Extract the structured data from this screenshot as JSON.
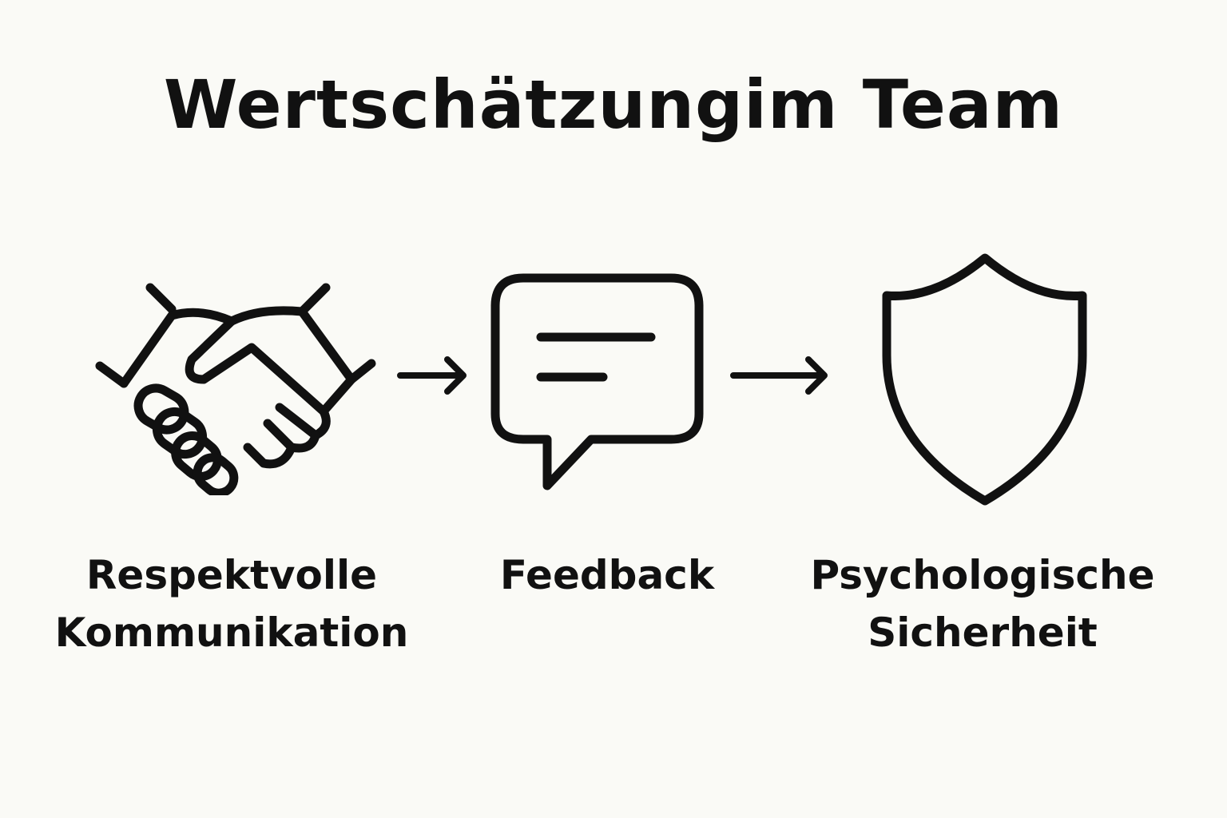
{
  "title": "Wertschätzungim Team",
  "steps": [
    {
      "icon": "handshake-icon",
      "line1": "Respektvolle",
      "line2": "Kommunikation"
    },
    {
      "icon": "speech-bubble-icon",
      "line1": "Feedback"
    },
    {
      "icon": "shield-icon",
      "line1": "Psychologische",
      "line2": "Sicherheit"
    }
  ]
}
